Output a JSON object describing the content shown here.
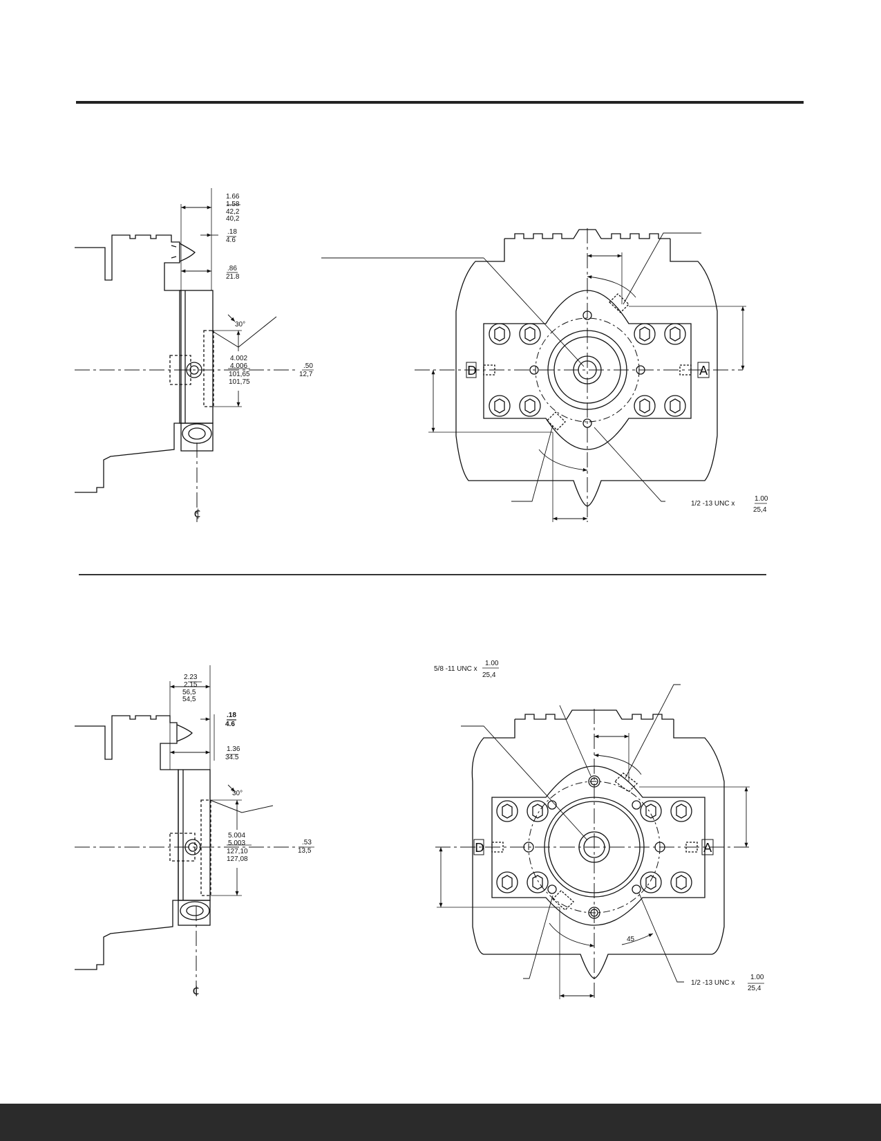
{
  "view1": {
    "side": {
      "dim_a_top": "1.66",
      "dim_a_bot": "1.58",
      "dim_a_m1": "42,2",
      "dim_a_m2": "40,2",
      "dim_b_top": ".18",
      "dim_b_m": "4.6",
      "dim_c_top": ".86",
      "dim_c_m": "21.8",
      "angle": "30°",
      "dim_d1": "4.002",
      "dim_d2": "4.006",
      "dim_d_m1": "101,65",
      "dim_d_m2": "101,75",
      "dim_e_top": ".50",
      "dim_e_m": "12,7",
      "centerline": "¢"
    },
    "front": {
      "port_left": "D",
      "port_right": "A",
      "thread": "1/2 -13  UNC  x",
      "thread_top": "1.00",
      "thread_m": "25,4"
    }
  },
  "view2": {
    "side": {
      "dim_a_top": "2.23",
      "dim_a_bot": "2.15",
      "dim_a_m1": "56,5",
      "dim_a_m2": "54,5",
      "dim_b_top": ".18",
      "dim_b_m": "4.6",
      "dim_c_top": "1.36",
      "dim_c_m": "34.5",
      "angle": "30°",
      "dim_d1": "5.004",
      "dim_d2": "5.003",
      "dim_d_m1": "127,10",
      "dim_d_m2": "127,08",
      "dim_e_top": ".53",
      "dim_e_m": "13,5",
      "centerline": "¢"
    },
    "front": {
      "port_left": "D",
      "port_right": "A",
      "thread_top_label": "5/8 -11  UNC  x",
      "thread_top_top": "1.00",
      "thread_top_m": "25,4",
      "thread": "1/2 -13  UNC  x",
      "thread_top": "1.00",
      "thread_m": "25,4",
      "angle": "45"
    }
  }
}
